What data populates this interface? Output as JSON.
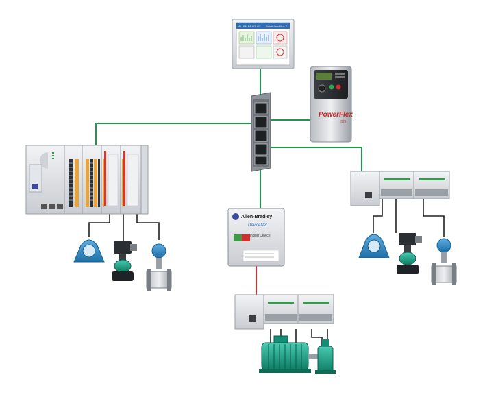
{
  "hmi": {
    "brand_label": "ALLEN-BRADLEY",
    "product_label": "PanelView Plus 7"
  },
  "drive": {
    "logo_text": "PowerFlex",
    "model_text": "525"
  },
  "linking_device": {
    "brand": "Allen-Bradley",
    "network_label": "DeviceNet",
    "subtitle": "Linking Device"
  },
  "colors": {
    "ethernet": "#1b9a4b",
    "devicenet": "#d32f2f",
    "device_wire": "#222222",
    "instrument_blue": "#2e86c1",
    "motor_teal": "#17a589"
  }
}
